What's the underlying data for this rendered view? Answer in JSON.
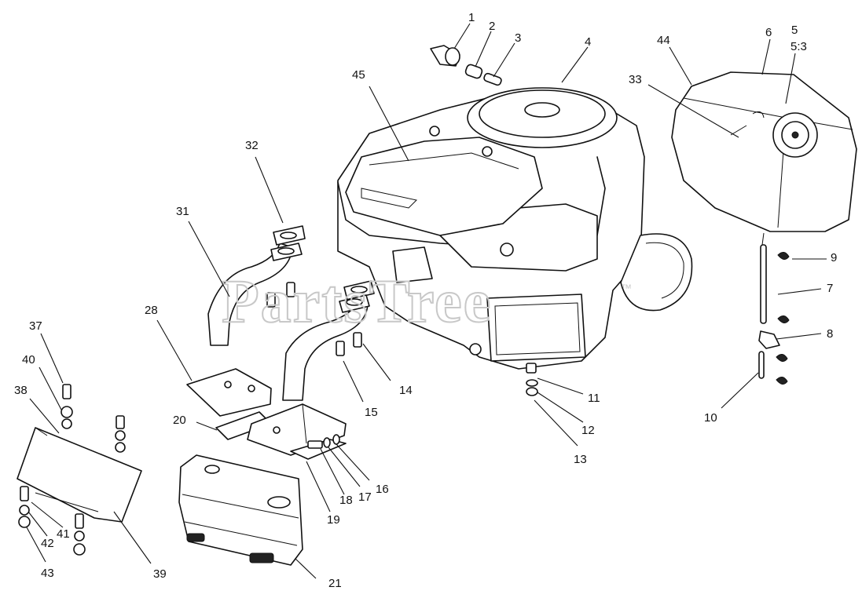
{
  "watermark": {
    "text": "PartsTree",
    "mark": "™"
  },
  "callouts": [
    {
      "id": "c1",
      "label": "1"
    },
    {
      "id": "c2",
      "label": "2"
    },
    {
      "id": "c3",
      "label": "3"
    },
    {
      "id": "c4",
      "label": "4"
    },
    {
      "id": "c5",
      "label": "5"
    },
    {
      "id": "c5b",
      "label": "5:3"
    },
    {
      "id": "c6",
      "label": "6"
    },
    {
      "id": "c7",
      "label": "7"
    },
    {
      "id": "c8",
      "label": "8"
    },
    {
      "id": "c9",
      "label": "9"
    },
    {
      "id": "c10",
      "label": "10"
    },
    {
      "id": "c11",
      "label": "11"
    },
    {
      "id": "c12",
      "label": "12"
    },
    {
      "id": "c13",
      "label": "13"
    },
    {
      "id": "c14",
      "label": "14"
    },
    {
      "id": "c15",
      "label": "15"
    },
    {
      "id": "c16",
      "label": "16"
    },
    {
      "id": "c17",
      "label": "17"
    },
    {
      "id": "c18",
      "label": "18"
    },
    {
      "id": "c19",
      "label": "19"
    },
    {
      "id": "c20",
      "label": "20"
    },
    {
      "id": "c21",
      "label": "21"
    },
    {
      "id": "c28",
      "label": "28"
    },
    {
      "id": "c31",
      "label": "31"
    },
    {
      "id": "c32",
      "label": "32"
    },
    {
      "id": "c33",
      "label": "33"
    },
    {
      "id": "c37",
      "label": "37"
    },
    {
      "id": "c38",
      "label": "38"
    },
    {
      "id": "c39",
      "label": "39"
    },
    {
      "id": "c40",
      "label": "40"
    },
    {
      "id": "c41",
      "label": "41"
    },
    {
      "id": "c42",
      "label": "42"
    },
    {
      "id": "c43",
      "label": "43"
    },
    {
      "id": "c44",
      "label": "44"
    },
    {
      "id": "c45",
      "label": "45"
    }
  ]
}
